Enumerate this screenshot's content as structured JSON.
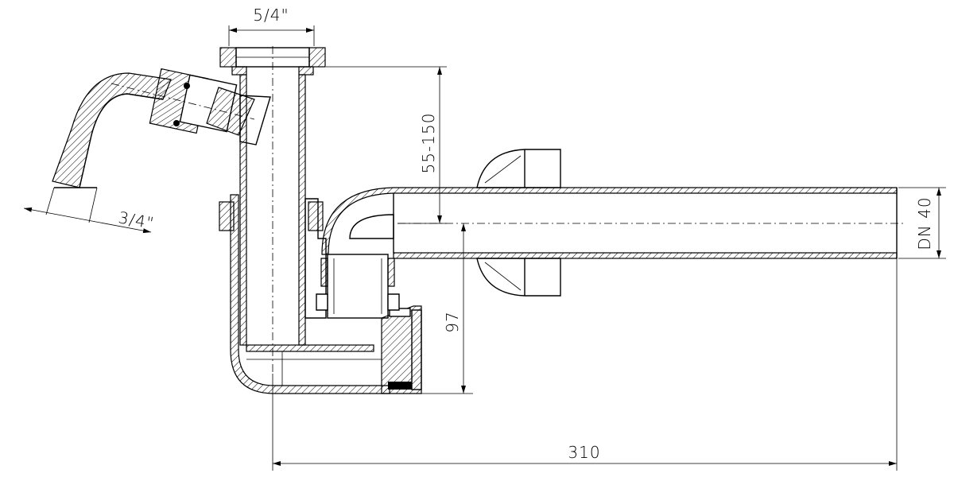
{
  "dimensions": {
    "inlet_top": "5/4\"",
    "side_inlet": "3/4\"",
    "height_range": "55-150",
    "trap_height": "97",
    "outlet_size": "DN 40",
    "overall_length": "310"
  }
}
